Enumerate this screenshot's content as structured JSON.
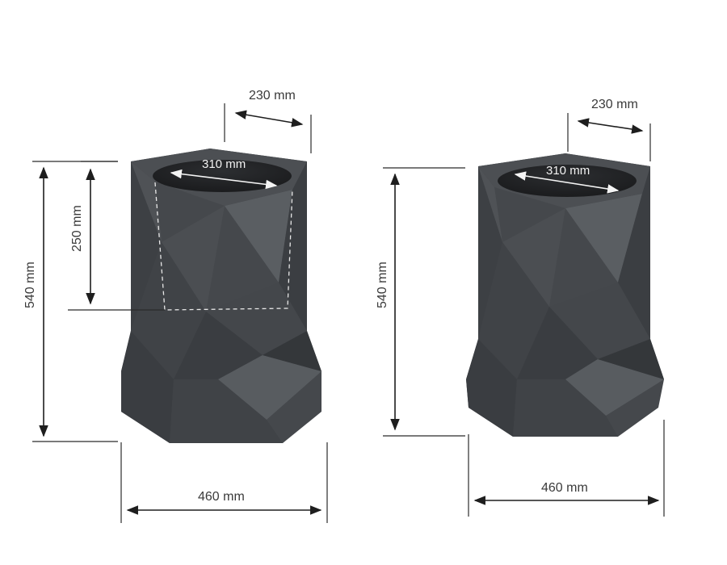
{
  "figure": {
    "left_planter": {
      "top_depth_label": "230 mm",
      "opening_diameter_label": "310 mm",
      "liner_depth_label": "250 mm",
      "height_label": "540 mm",
      "width_label": "460 mm"
    },
    "right_planter": {
      "top_depth_label": "230 mm",
      "opening_diameter_label": "310 mm",
      "height_label": "540 mm",
      "width_label": "460 mm"
    }
  },
  "colors": {
    "planter_base": "#45484c",
    "planter_light_facet": "#575b5f",
    "planter_dark_facet": "#36393c",
    "dimension_line": "#1e1e1e",
    "dimension_text": "#3a3a3a",
    "liner_dash": "#e8e8e8"
  }
}
